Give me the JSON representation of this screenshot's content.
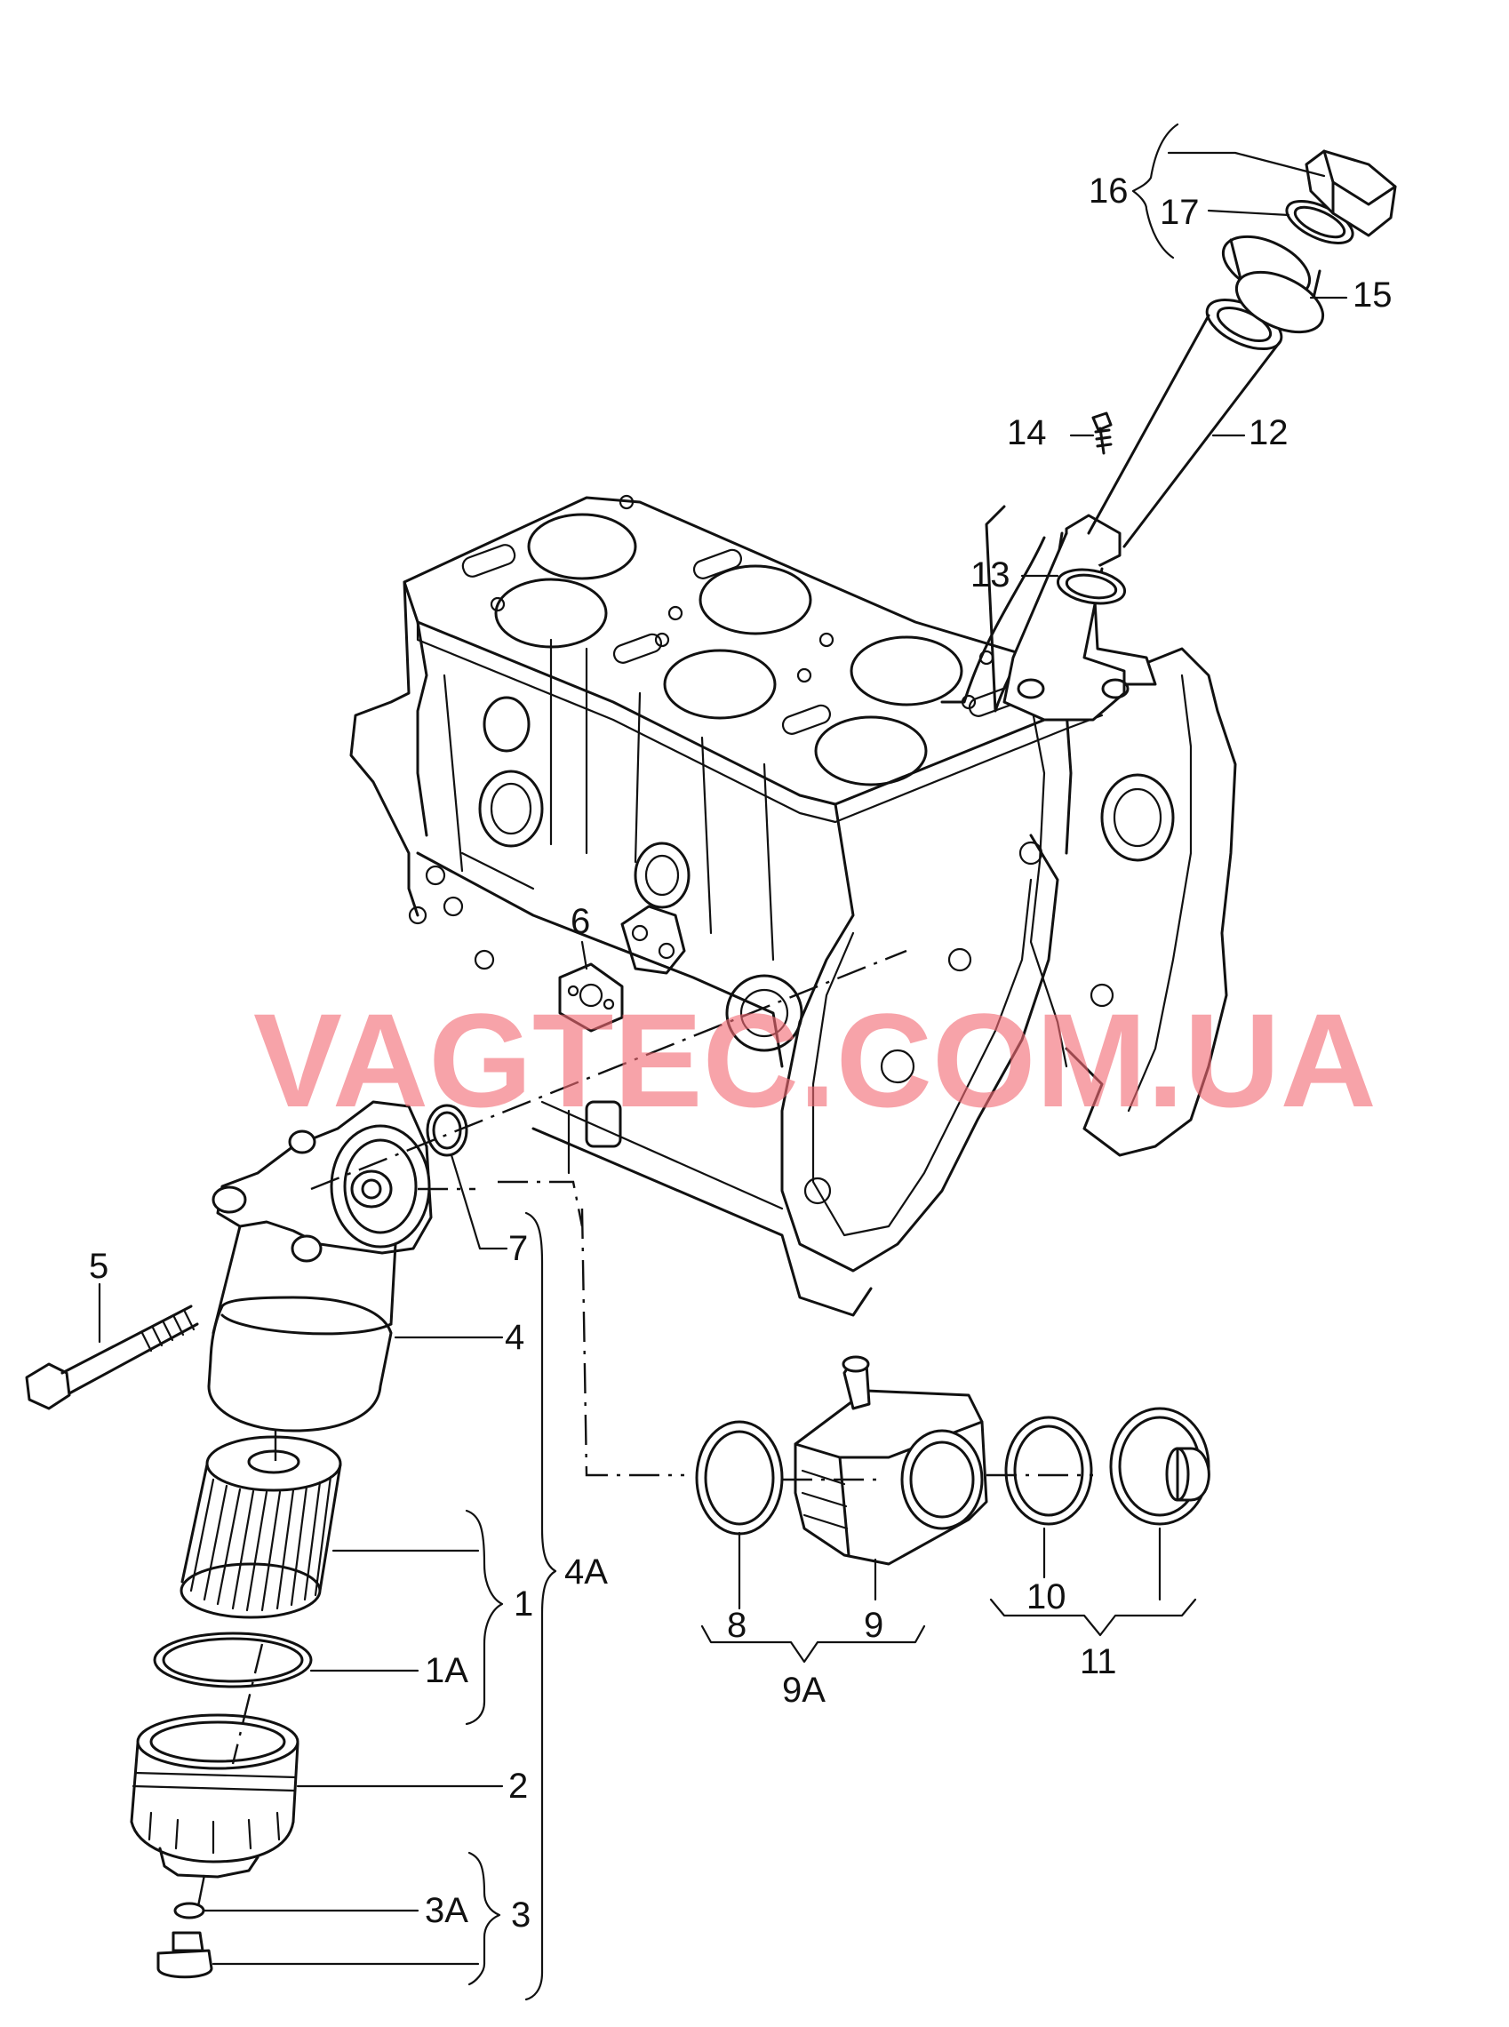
{
  "watermark": "VAGTEC.COM.UA",
  "labels": {
    "p1": "1",
    "p1A": "1A",
    "p2": "2",
    "p3": "3",
    "p3A": "3A",
    "p4": "4",
    "p4A": "4A",
    "p5": "5",
    "p6": "6",
    "p7": "7",
    "p8": "8",
    "p9": "9",
    "p9A": "9A",
    "p10": "10",
    "p11": "11",
    "p12": "12",
    "p13": "13",
    "p14": "14",
    "p15": "15",
    "p16": "16",
    "p17": "17"
  }
}
